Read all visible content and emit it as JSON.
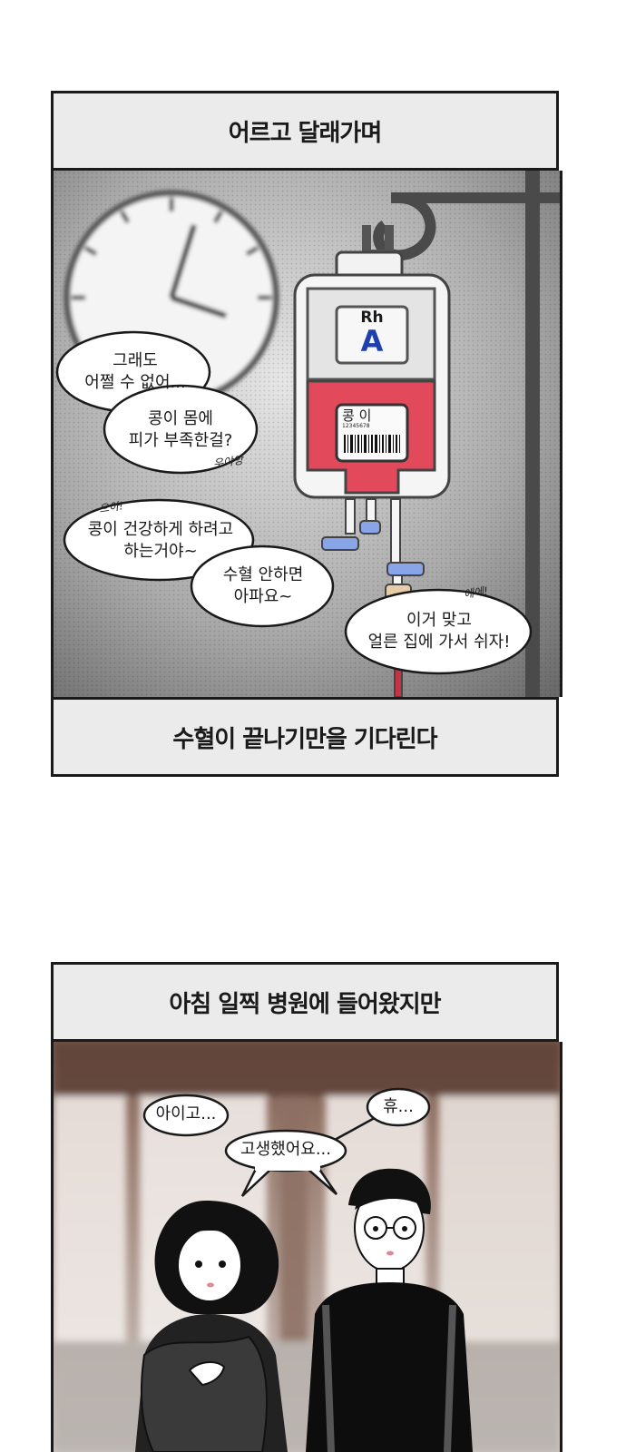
{
  "panel1": {
    "caption_top": "어르고 달래가며",
    "caption_bottom": "수혈이 끝나기만을 기다린다",
    "bag_rh": "Rh",
    "bag_type": "A",
    "label_name": "콩 이",
    "label_code": "12345678",
    "bubbles": [
      "그래도\n어쩔 수 없어...",
      "콩이 몸에\n피가 부족한걸?",
      "콩이 건강하게 하려고\n하는거야~",
      "수혈 안하면\n아파요~",
      "이거 맞고\n얼른 집에 가서 쉬자!"
    ],
    "sfx": [
      "우야앙",
      "으아!",
      "에에!"
    ]
  },
  "panel2": {
    "caption_top": "아침 일찍 병원에 들어왔지만",
    "bubbles": [
      "아이고...",
      "고생했어요...",
      "휴..."
    ]
  },
  "colors": {
    "blood": "#e24a5c",
    "rh_blue": "#1f3fb0",
    "clamp_blue": "#8aa4e8"
  }
}
